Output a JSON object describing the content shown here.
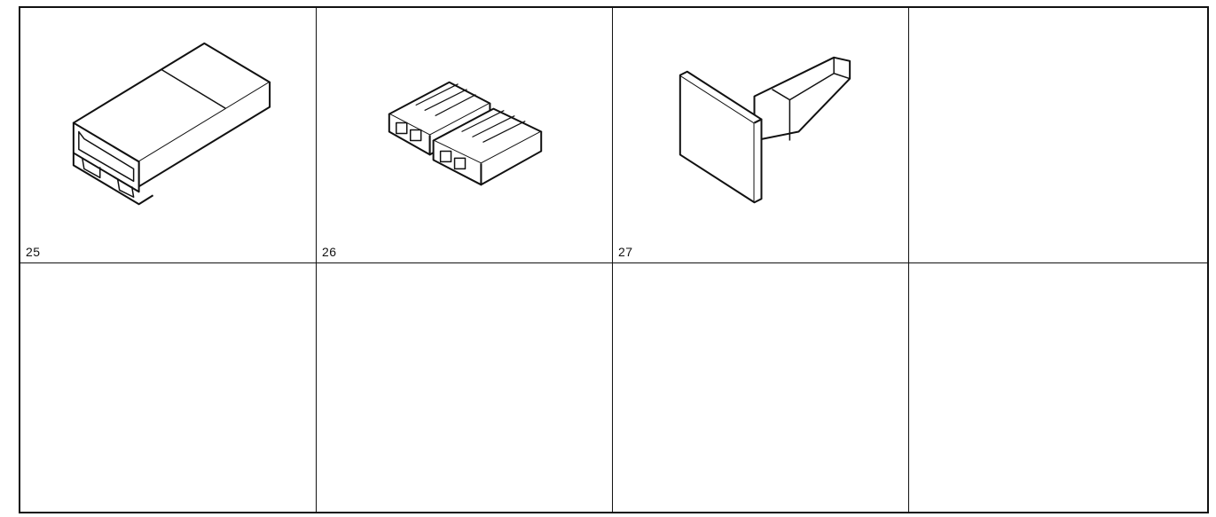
{
  "cells": [
    {
      "label": "25",
      "icon": "connector-housing-icon"
    },
    {
      "label": "26",
      "icon": "twin-connector-pair-icon"
    },
    {
      "label": "27",
      "icon": "square-plug-icon"
    },
    {
      "label": "",
      "icon": ""
    },
    {
      "label": "",
      "icon": ""
    },
    {
      "label": "",
      "icon": ""
    },
    {
      "label": "",
      "icon": ""
    },
    {
      "label": "",
      "icon": ""
    }
  ],
  "colors": {
    "line": "#111111",
    "background": "#ffffff"
  }
}
